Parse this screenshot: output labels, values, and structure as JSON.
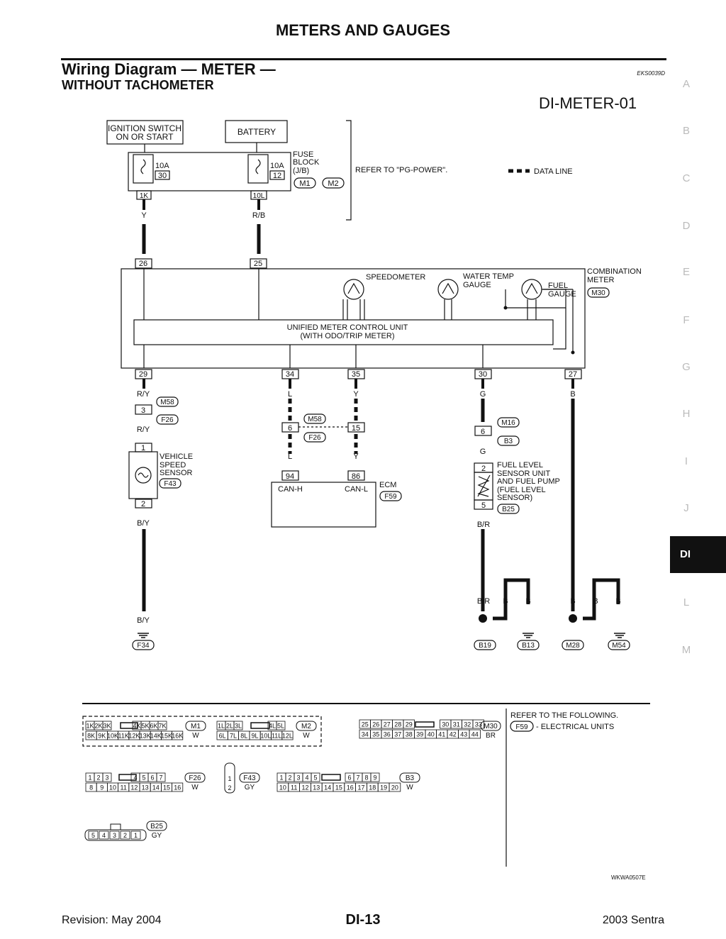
{
  "header": {
    "page_title": "METERS AND GAUGES",
    "section_title": "Wiring Diagram — METER —",
    "section_subtitle": "WITHOUT TACHOMETER",
    "doc_code": "EKS0039D",
    "diagram_id": "DI-METER-01"
  },
  "side_tabs": [
    "A",
    "B",
    "C",
    "D",
    "E",
    "F",
    "G",
    "H",
    "I",
    "J",
    "DI",
    "L",
    "M"
  ],
  "active_tab": "DI",
  "diagram": {
    "ignition_switch": [
      "IGNITION SWITCH",
      "ON OR START"
    ],
    "battery": "BATTERY",
    "fuse1": {
      "amp": "10A",
      "num": "30",
      "conn": "1K",
      "wire": "Y",
      "pin": "26"
    },
    "fuse2": {
      "amp": "10A",
      "num": "12",
      "conn": "10L",
      "wire": "R/B",
      "pin": "25"
    },
    "fuse_block": [
      "FUSE",
      "BLOCK",
      "(J/B)"
    ],
    "fuse_conns": [
      "M1",
      "M2"
    ],
    "refer_pg": "REFER TO \"PG-POWER\".",
    "data_line": "DATA LINE",
    "speedometer": "SPEEDOMETER",
    "water_temp": [
      "WATER TEMP",
      "GAUGE"
    ],
    "fuel_gauge": [
      "FUEL",
      "GAUGE"
    ],
    "combination_meter": [
      "COMBINATION",
      "METER"
    ],
    "combination_conn": "M30",
    "control_unit": [
      "UNIFIED METER CONTROL UNIT",
      "(WITH ODO/TRIP METER)"
    ],
    "meter_pins": [
      "29",
      "34",
      "35",
      "30",
      "27"
    ],
    "meter_wires": [
      "R/Y",
      "L",
      "Y",
      "G",
      "B"
    ],
    "vss_joint": {
      "pin": "3",
      "conns": [
        "M58",
        "F26"
      ],
      "wire": "R/Y"
    },
    "vss": {
      "label": [
        "VEHICLE",
        "SPEED",
        "SENSOR"
      ],
      "conn": "F43",
      "pins": [
        "1",
        "2"
      ],
      "wire_out": "B/Y"
    },
    "can_joint": {
      "pins": [
        "6",
        "15"
      ],
      "conns": [
        "M58",
        "F26"
      ],
      "wires": [
        "L",
        "Y"
      ]
    },
    "ecm": {
      "label": "ECM",
      "conn": "F59",
      "pins": [
        "94",
        "86"
      ],
      "can": [
        "CAN-H",
        "CAN-L"
      ]
    },
    "fuel_joint": {
      "pin": "6",
      "conns": [
        "M16",
        "B3"
      ],
      "wire": "G"
    },
    "fuel_sensor": {
      "label": [
        "FUEL LEVEL",
        "SENSOR UNIT",
        "AND FUEL PUMP",
        "(FUEL LEVEL",
        "SENSOR)"
      ],
      "conn": "B25",
      "pins": [
        "2",
        "5"
      ],
      "wire_out": "B/R"
    },
    "grounds": {
      "wires": [
        "B/Y",
        "B/R",
        "B",
        "B",
        "B",
        "B",
        "B"
      ],
      "labels": [
        "F34",
        "B19",
        "B13",
        "M28",
        "M54"
      ]
    },
    "connectors": {
      "m1": {
        "row1": [
          "1K",
          "2K",
          "3K",
          "4K",
          "5K",
          "6K",
          "7K"
        ],
        "row2": [
          "8K",
          "9K",
          "10K",
          "11K",
          "12K",
          "13K",
          "14K",
          "15K",
          "16K"
        ],
        "id": "M1",
        "color": "W"
      },
      "m2": {
        "row1": [
          "1L",
          "2L",
          "3L",
          "4L",
          "5L"
        ],
        "row2": [
          "6L",
          "7L",
          "8L",
          "9L",
          "10L",
          "11L",
          "12L"
        ],
        "id": "M2",
        "color": "W"
      },
      "m30": {
        "row1": [
          "25",
          "26",
          "27",
          "28",
          "29",
          "30",
          "31",
          "32",
          "33"
        ],
        "row2": [
          "34",
          "35",
          "36",
          "37",
          "38",
          "39",
          "40",
          "41",
          "42",
          "43",
          "44"
        ],
        "id": "M30",
        "color": "BR"
      },
      "f26": {
        "row1": [
          "1",
          "2",
          "3",
          "4",
          "5",
          "6",
          "7"
        ],
        "row2": [
          "8",
          "9",
          "10",
          "11",
          "12",
          "13",
          "14",
          "15",
          "16"
        ],
        "id": "F26",
        "color": "W"
      },
      "f43": {
        "pins": [
          "1",
          "2"
        ],
        "id": "F43",
        "color": "GY"
      },
      "b3": {
        "row1": [
          "1",
          "2",
          "3",
          "4",
          "5",
          "6",
          "7",
          "8",
          "9"
        ],
        "row2": [
          "10",
          "11",
          "12",
          "13",
          "14",
          "15",
          "16",
          "17",
          "18",
          "19",
          "20"
        ],
        "id": "B3",
        "color": "W"
      },
      "b25": {
        "pins": [
          "5",
          "4",
          "3",
          "2",
          "1"
        ],
        "id": "B25",
        "color": "GY"
      }
    },
    "refer_following": "REFER TO THE FOLLOWING.",
    "refer_item": {
      "conn": "F59",
      "text": "- ELECTRICAL UNITS"
    },
    "figure_code": "WKWA0507E"
  },
  "footer": {
    "revision": "Revision: May 2004",
    "page": "DI-13",
    "model": "2003 Sentra"
  }
}
